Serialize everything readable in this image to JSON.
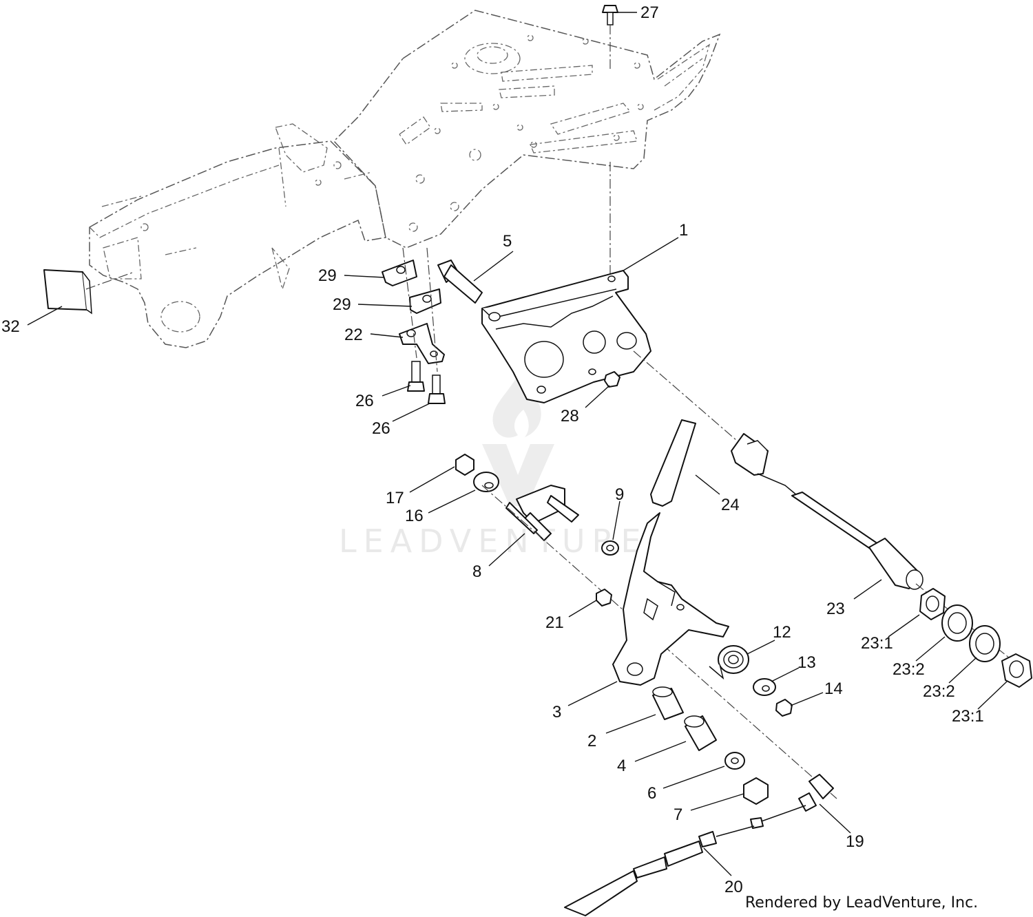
{
  "credit": "Rendered by LeadVenture, Inc.",
  "watermark": "LEADVENTURE",
  "icons": [
    "leadventure-flame-logo"
  ],
  "callouts": [
    {
      "id": "c27",
      "label": "27"
    },
    {
      "id": "c1",
      "label": "1"
    },
    {
      "id": "c5",
      "label": "5"
    },
    {
      "id": "c29a",
      "label": "29"
    },
    {
      "id": "c29b",
      "label": "29"
    },
    {
      "id": "c22",
      "label": "22"
    },
    {
      "id": "c32",
      "label": "32"
    },
    {
      "id": "c26a",
      "label": "26"
    },
    {
      "id": "c26b",
      "label": "26"
    },
    {
      "id": "c28",
      "label": "28"
    },
    {
      "id": "c24",
      "label": "24"
    },
    {
      "id": "c17",
      "label": "17"
    },
    {
      "id": "c16",
      "label": "16"
    },
    {
      "id": "c9",
      "label": "9"
    },
    {
      "id": "c8",
      "label": "8"
    },
    {
      "id": "c21",
      "label": "21"
    },
    {
      "id": "c23",
      "label": "23"
    },
    {
      "id": "c12",
      "label": "12"
    },
    {
      "id": "c13",
      "label": "13"
    },
    {
      "id": "c14",
      "label": "14"
    },
    {
      "id": "c23_1a",
      "label": "23:1"
    },
    {
      "id": "c23_2a",
      "label": "23:2"
    },
    {
      "id": "c23_2b",
      "label": "23:2"
    },
    {
      "id": "c23_1b",
      "label": "23:1"
    },
    {
      "id": "c3",
      "label": "3"
    },
    {
      "id": "c2",
      "label": "2"
    },
    {
      "id": "c4",
      "label": "4"
    },
    {
      "id": "c6",
      "label": "6"
    },
    {
      "id": "c7",
      "label": "7"
    },
    {
      "id": "c19",
      "label": "19"
    },
    {
      "id": "c20",
      "label": "20"
    }
  ]
}
